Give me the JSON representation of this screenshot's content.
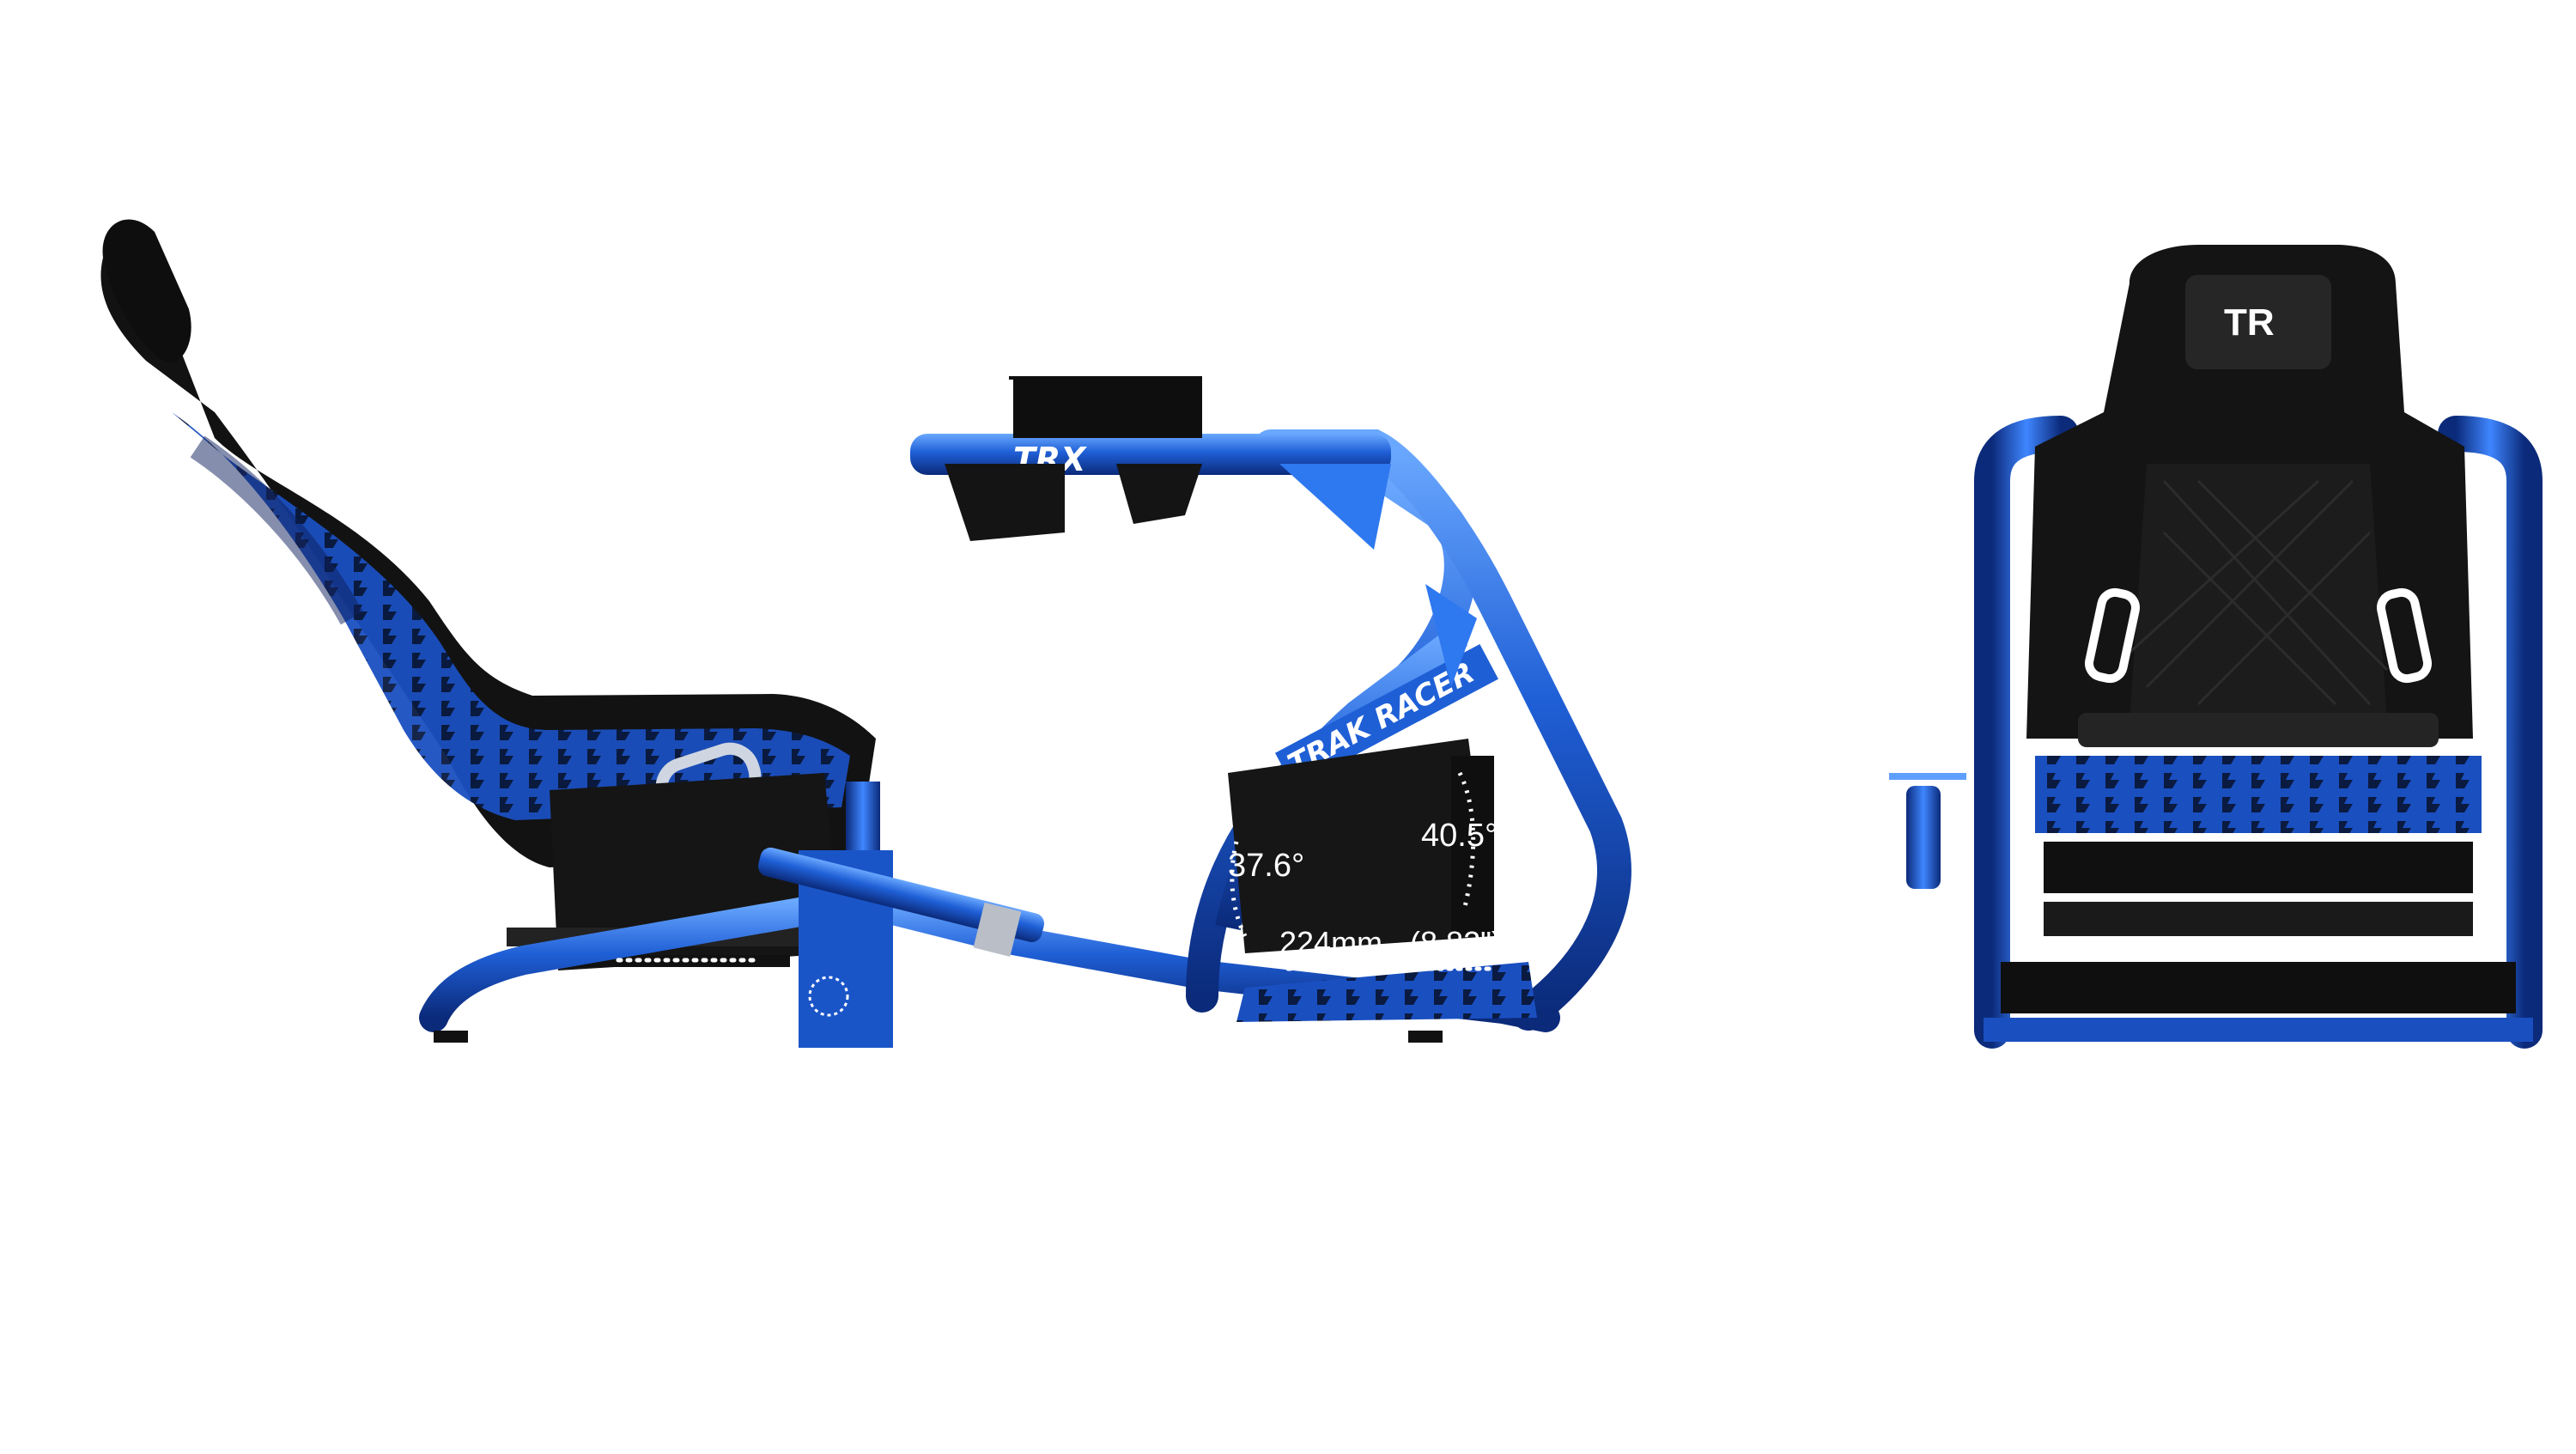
{
  "product": {
    "frame_logo": "TRX",
    "frame_brand": "TRAK RACER",
    "seat_logo": "TR",
    "colors": {
      "frame_blue": "#1f5fd6",
      "frame_blue_light": "#5fa0ff",
      "frame_blue_dark": "#0d2f8a",
      "seat_black": "#1a1a1a",
      "seat_fabric": "#111111",
      "accent_white": "#ffffff"
    }
  },
  "annotations": {
    "seat_slide": "224mm",
    "pedal_angle_low": "37.6°",
    "pedal_angle_high": "40.5°",
    "pedal_slide": "224mm - (8.82\")"
  }
}
